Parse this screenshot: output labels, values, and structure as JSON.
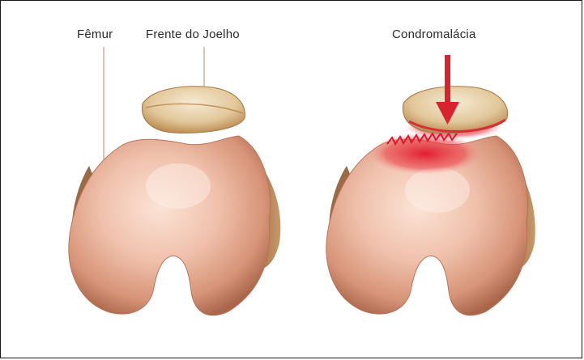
{
  "labels": {
    "femur": "Fêmur",
    "knee_front": "Frente do Joelho",
    "chondromalacia": "Condromalácia"
  },
  "colors": {
    "bone_light": "#f6d2c2",
    "bone_mid": "#e8b099",
    "bone_dark": "#b07458",
    "patella_cartilage": "#efe0c4",
    "patella_bone": "#c8904f",
    "inflammation": "#e0142a",
    "arrow": "#d8232f",
    "border": "#1a1a1a"
  },
  "icons": {
    "arrow": "down-arrow-icon"
  }
}
